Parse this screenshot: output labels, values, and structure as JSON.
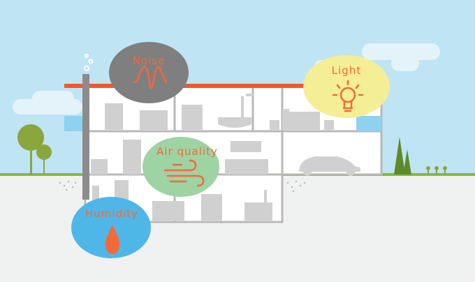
{
  "bubbles": {
    "noise": {
      "label": "Noise",
      "color": "#7f7f7f",
      "text_color": "#f26a3a",
      "icon": "sound-wave-icon"
    },
    "light": {
      "label": "Light",
      "color": "#f4ef96",
      "text_color": "#f26a3a",
      "icon": "light-bulb-icon"
    },
    "air_quality": {
      "label": "Air quality",
      "color": "#9ed3a4",
      "text_color": "#f26a3a",
      "icon": "wind-icon"
    },
    "humidity": {
      "label": "Humidity",
      "color": "#4fb7e8",
      "text_color": "#f26a3a",
      "icon": "water-drop-icon"
    }
  },
  "colors": {
    "sky": "#bfe4f4",
    "ground": "#f0f2f2",
    "grass": "#86b942",
    "roof": "#f1582a",
    "house_fill": "#ffffff",
    "house_stroke": "#b8b8b8",
    "furniture": "#d0d0d0",
    "chimney": "#8c8c8c",
    "tree": "#8aa63c",
    "conifer": "#5f8a2a",
    "cloud": "#e4f3fa",
    "window_blue": "#8dd3ef"
  }
}
